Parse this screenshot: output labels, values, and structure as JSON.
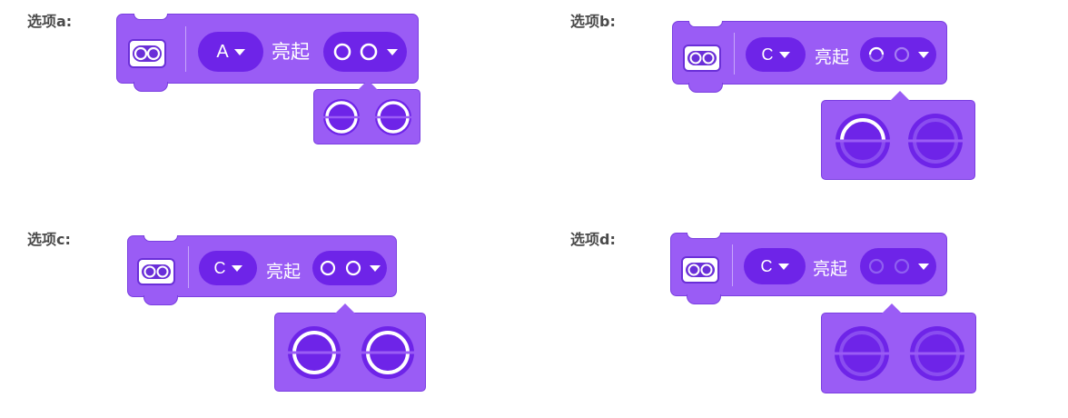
{
  "options": [
    {
      "label": "选项a:",
      "port": "A",
      "action_word": "亮起",
      "eye_preview": [
        "full",
        "full"
      ],
      "popup_eyes": [
        "full",
        "full"
      ]
    },
    {
      "label": "选项b:",
      "port": "C",
      "action_word": "亮起",
      "eye_preview": [
        "top",
        "dim"
      ],
      "popup_eyes": [
        "top",
        "dim"
      ]
    },
    {
      "label": "选项c:",
      "port": "C",
      "action_word": "亮起",
      "eye_preview": [
        "full",
        "full"
      ],
      "popup_eyes": [
        "full",
        "full"
      ]
    },
    {
      "label": "选项d:",
      "port": "C",
      "action_word": "亮起",
      "eye_preview": [
        "dim",
        "dim"
      ],
      "popup_eyes": [
        "dim",
        "dim"
      ]
    }
  ],
  "icons": {
    "sensor": "ultrasonic-sensor-icon",
    "caret": "chevron-down-icon"
  },
  "colors": {
    "block": "#9a5cf5",
    "dropdown": "#6e24e8",
    "text_label": "#4a4a4a"
  }
}
